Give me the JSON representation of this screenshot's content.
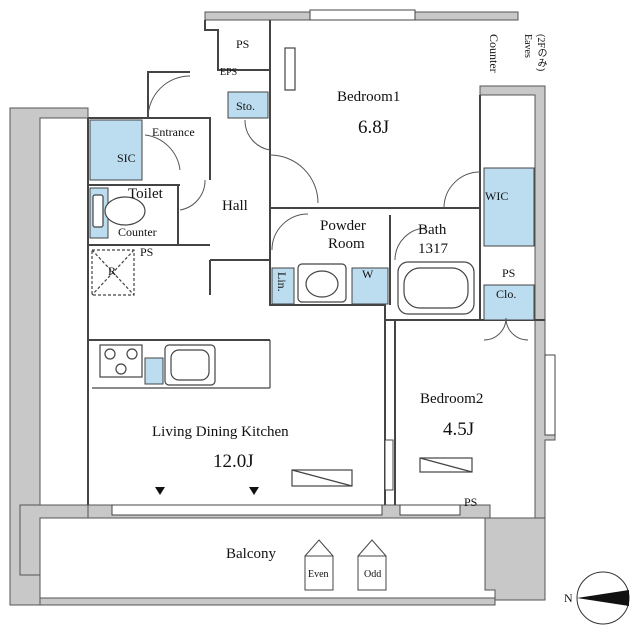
{
  "rooms": {
    "bedroom1": {
      "name": "Bedroom1",
      "size": "6.8J"
    },
    "bedroom2": {
      "name": "Bedroom2",
      "size": "4.5J"
    },
    "ldk": {
      "name": "Living Dining Kitchen",
      "size": "12.0J"
    },
    "hall": "Hall",
    "entrance": "Entrance",
    "toilet": "Toilet",
    "powder_line1": "Powder",
    "powder_line2": "Room",
    "bath": "Bath",
    "bath_size": "1317",
    "balcony": "Balcony"
  },
  "storage": {
    "sic": "SIC",
    "sto": "Sto.",
    "wic": "WIC",
    "clo": "Clo.",
    "lin": "Lin.",
    "w": "W",
    "ps_top": "PS",
    "eps": "EPS",
    "ps_toilet": "PS",
    "ps_wic": "PS",
    "ps_bottom": "PS",
    "r": "R"
  },
  "counters": {
    "toilet_counter": "Counter",
    "top_counter": "Counter"
  },
  "eaves": {
    "line1": "Eaves",
    "line2": "(2Fのみ)"
  },
  "balcony_signs": {
    "even": "Even",
    "odd": "Odd"
  },
  "compass": {
    "label": "N"
  },
  "colors": {
    "wall": "#c8c8c8",
    "line": "#333333",
    "storage": "#bcdcf0",
    "fixture": "#ffffff"
  }
}
